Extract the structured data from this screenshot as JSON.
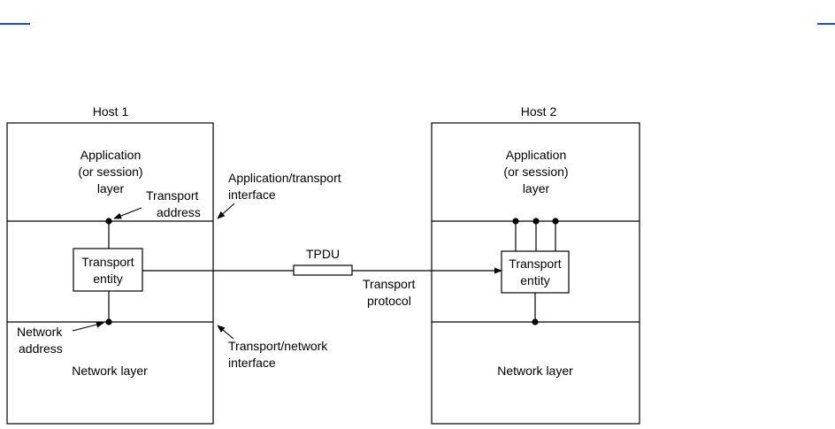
{
  "hosts": [
    {
      "title": "Host 1",
      "app_layer": [
        "Application",
        "(or session)",
        "layer"
      ],
      "entity": [
        "Transport",
        "entity"
      ],
      "net_layer": "Network layer"
    },
    {
      "title": "Host 2",
      "app_layer": [
        "Application",
        "(or session)",
        "layer"
      ],
      "entity": [
        "Transport",
        "entity"
      ],
      "net_layer": "Network layer"
    }
  ],
  "labels": {
    "transport_address": [
      "Transport",
      "address"
    ],
    "network_address": [
      "Network",
      "address"
    ],
    "app_transport_interface": [
      "Application/transport",
      "interface"
    ],
    "transport_network_interface": [
      "Transport/network",
      "interface"
    ],
    "tpdu": "TPDU",
    "transport_protocol": [
      "Transport",
      "protocol"
    ]
  },
  "colors": {
    "link": "#1a4bd8",
    "line": "#000000",
    "entity_fill": "#ffffff"
  }
}
